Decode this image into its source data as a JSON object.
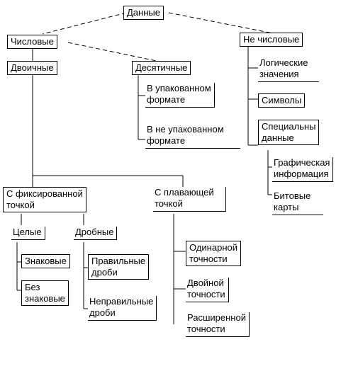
{
  "diagram": {
    "root": "Данные",
    "numeric": "Числовые",
    "non_numeric": "Не числовые",
    "binary": "Двоичные",
    "decimal": "Десятичные",
    "packed": [
      "В упакованном",
      "формате"
    ],
    "unpacked": [
      "В не упакованном",
      "формате"
    ],
    "logical": [
      "Логические",
      "значения"
    ],
    "symbols": "Символы",
    "special": [
      "Специальны",
      "данные"
    ],
    "graphic": [
      "Графическая",
      "информация"
    ],
    "bitmaps": [
      "Битовые",
      "карты"
    ],
    "fixed_point": [
      "С фиксированной",
      "точкой"
    ],
    "floating_point": [
      "С плавающей",
      "точкой"
    ],
    "integers": "Целые",
    "fractional": "Дробные",
    "signed": "Знаковые",
    "unsigned": [
      "Без",
      "знаковые"
    ],
    "proper": [
      "Правильные",
      "дроби"
    ],
    "improper": [
      "Неправильные",
      "дроби"
    ],
    "single": [
      "Одинарной",
      "точности"
    ],
    "double": [
      "Двойной",
      "точности"
    ],
    "extended": [
      "Расширенной",
      "точности"
    ]
  }
}
